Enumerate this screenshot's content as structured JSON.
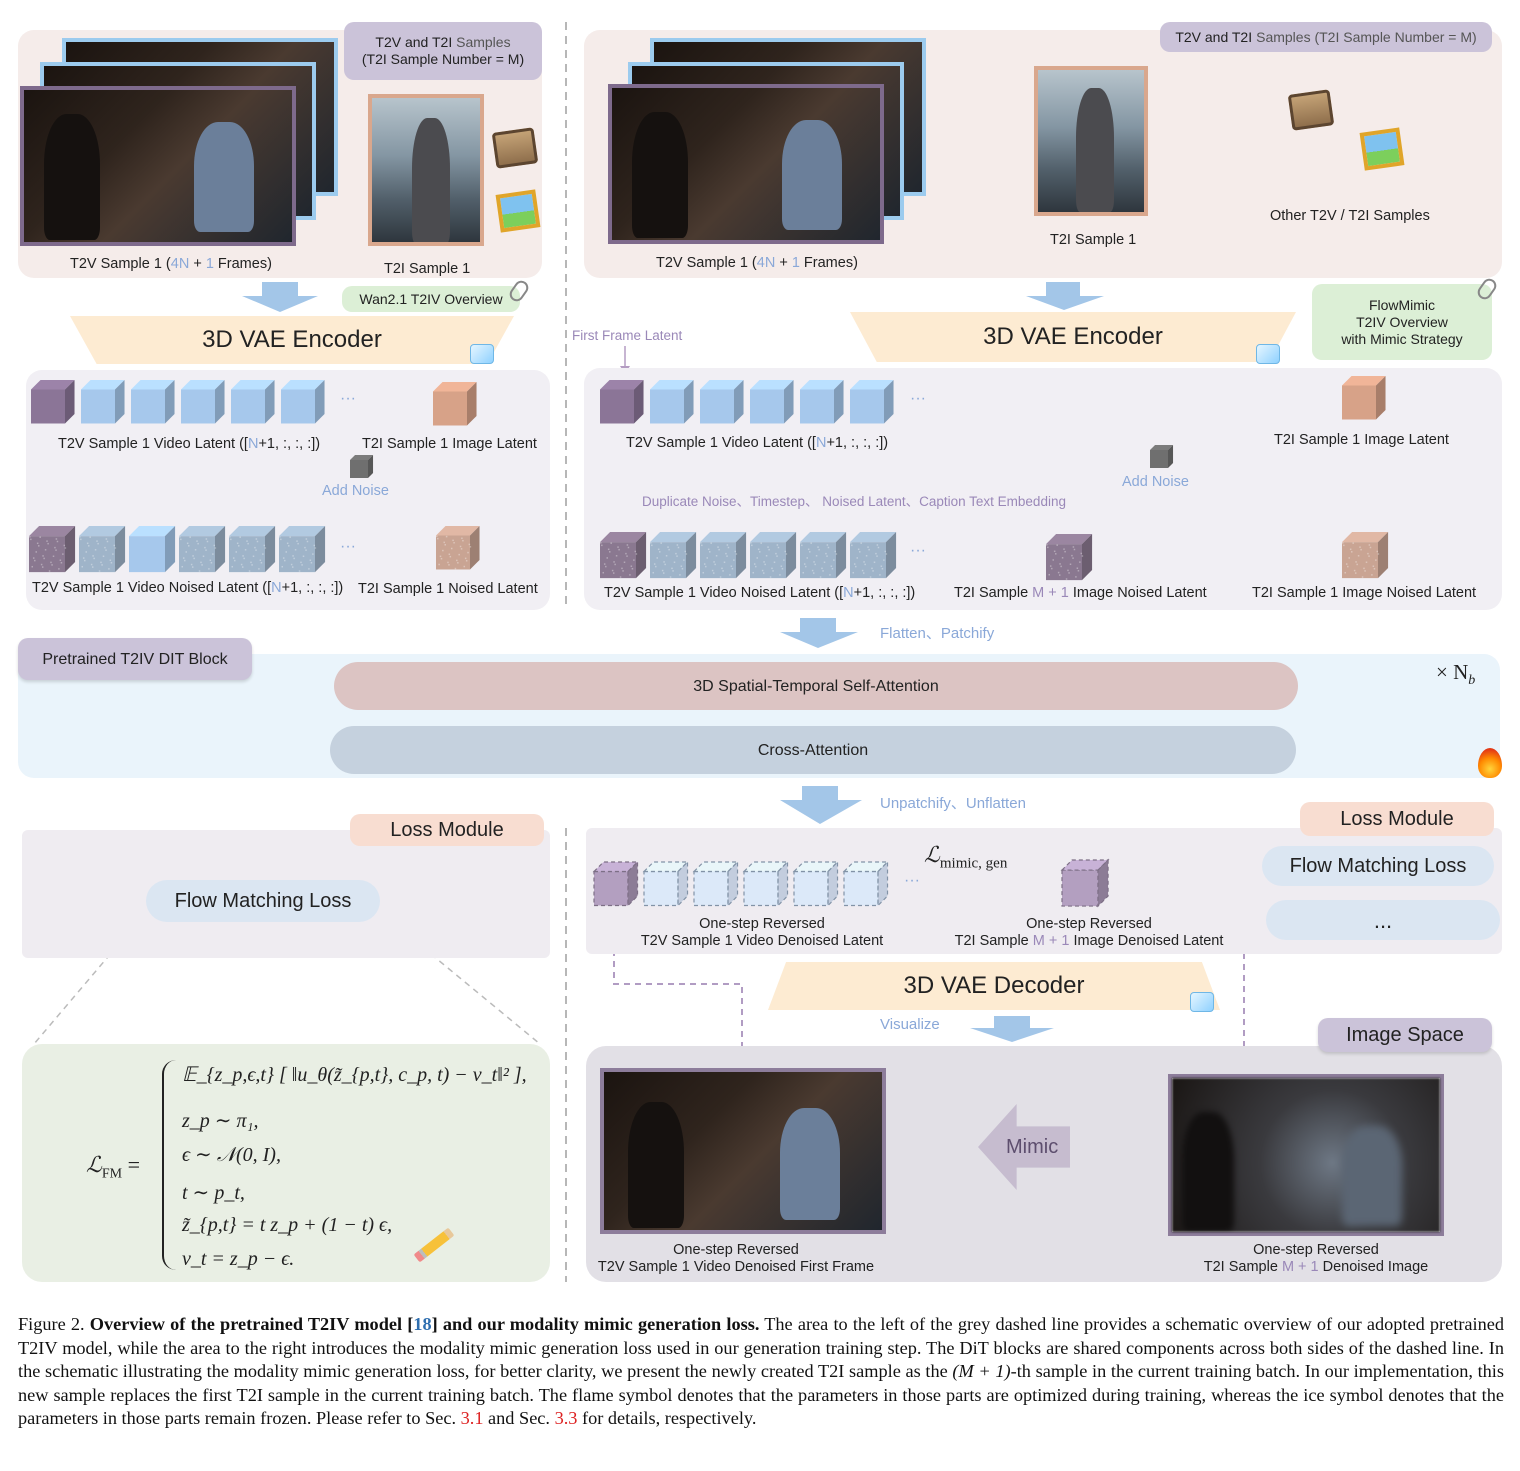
{
  "colors": {
    "top_panel": "#f5ecea",
    "latent_panel": "#f1eff4",
    "dit_panel": "#eaf4fb",
    "attn_self": "#dcc4c3",
    "attn_cross": "#c5d1de",
    "loss_panel": "#efecf1",
    "fm_panel": "#e9efe4",
    "image_space_panel": "#e2e0e6",
    "encoder": "#fdebd2",
    "purple_tag": "#cbc3d9",
    "green_tag": "#dcefd6",
    "loss_tag": "#f8ddd1",
    "video_frame_border": "#7e6a8c",
    "blue_frame_border": "#9ccbee",
    "image_frame_border": "#d9a78d",
    "blue_cube": "#a6c8ec",
    "purple_cube": "#8b7597",
    "orange_cube": "#d7a288",
    "arrow": "#a3c6e8"
  },
  "left": {
    "samples_tag": [
      "T2V and T2I",
      "Samples",
      "(T2I Sample Number = M)"
    ],
    "t2v_caption": {
      "pre": "T2V Sample 1 (",
      "n": "4N",
      "mid": " + ",
      "one": "1",
      "post": " Frames)"
    },
    "t2i_caption": "T2I Sample 1",
    "overview_tag": "Wan2.1 T2IV Overview",
    "encoder": "3D VAE Encoder",
    "ellipsis": "···",
    "video_latent": {
      "pre": "T2V Sample 1 Video Latent ([",
      "n": "N",
      "post": "+1, :, :, :])"
    },
    "image_latent": "T2I Sample 1 Image Latent",
    "add_noise": "Add Noise",
    "video_noised": {
      "pre": "T2V Sample 1 Video Noised Latent ([",
      "n": "N",
      "post": "+1, :, :, :])"
    },
    "image_noised": "T2I Sample 1 Noised Latent"
  },
  "right": {
    "samples_tag": {
      "pre": "T2V and T2I ",
      "post": "Samples (T2I Sample Number = M)"
    },
    "t2v_caption": {
      "pre": "T2V Sample 1 (",
      "n": "4N",
      "mid": " + ",
      "one": "1",
      "post": " Frames)"
    },
    "t2i_caption": "T2I Sample 1",
    "other_caption": "Other T2V / T2I Samples",
    "encoder": "3D VAE Encoder",
    "overview_tag": [
      "FlowMimic",
      "T2IV Overview",
      "with Mimic Strategy"
    ],
    "first_frame_latent": "First Frame Latent",
    "ellipsis": "···",
    "video_latent": {
      "pre": "T2V Sample 1 Video Latent ([",
      "n": "N",
      "post": "+1, :, :, :])"
    },
    "image_latent": "T2I Sample 1 Image Latent",
    "add_noise": "Add Noise",
    "duplicate": "Duplicate Noise、Timestep、 Noised Latent、Caption Text Embedding",
    "video_noised": {
      "pre": "T2V Sample 1 Video Noised Latent ([",
      "n": "N",
      "post": "+1, :, :, :])"
    },
    "m1_noised": {
      "pre": "T2I Sample ",
      "m": "M + 1",
      "post": " Image Noised Latent"
    },
    "image_noised": "T2I Sample 1 Image Noised Latent"
  },
  "dit": {
    "flatten": "Flatten、Patchify",
    "block_tag": "Pretrained T2IV DIT Block",
    "self_attn": "3D Spatial-Temporal Self-Attention",
    "cross_attn": "Cross-Attention",
    "repeat": "× N",
    "repeat_sub": "b",
    "unpatchify": "Unpatchify、Unflatten"
  },
  "bottom_left": {
    "loss_tag": "Loss Module",
    "fm_pill": "Flow Matching Loss",
    "equation": {
      "lhs": "ℒ",
      "lhs_sub": "FM",
      "lines": [
        "𝔼_{z_p,ϵ,t} [ ‖u_θ(z̃_{p,t}, c_p, t) − v_t‖² ],",
        "z_p ∼ π₁,",
        "ϵ ∼ 𝒩(0, I),",
        "t ∼ p_t,",
        "z̃_{p,t} = t z_p + (1 − t) ϵ,",
        "v_t = z_p − ϵ."
      ]
    }
  },
  "bottom_right": {
    "mimic_loss": "ℒ",
    "mimic_loss_sub": "mimic, gen",
    "ellipsis": "···",
    "reversed_video": [
      "One-step Reversed",
      "T2V Sample 1 Video Denoised Latent"
    ],
    "reversed_image": {
      "line1": "One-step Reversed",
      "pre": "T2I Sample ",
      "m": "M + 1",
      "post": " Image Denoised Latent"
    },
    "loss_tag": "Loss Module",
    "fm_pill": "Flow Matching Loss",
    "more_pill": "...",
    "decoder": "3D VAE Decoder",
    "visualize": "Visualize",
    "image_space_tag": "Image Space",
    "mimic": "Mimic",
    "first_frame_caption": [
      "One-step Reversed",
      "T2V Sample 1 Video Denoised First Frame"
    ],
    "denoised_image_caption": {
      "line1": "One-step Reversed",
      "pre": "T2I Sample ",
      "m": "M + 1",
      "post": " Denoised Image"
    }
  },
  "caption": {
    "fig": "Figure 2. ",
    "bold": "Overview of the pretrained T2IV model [",
    "ref18": "18",
    "bold2": "] and our modality mimic generation loss.",
    "body1": " The area to the left of the grey dashed line provides a schematic overview of our adopted pretrained T2IV model, while the area to the right introduces the modality mimic generation loss used in our generation training step. The DiT blocks are shared components across both sides of the dashed line. In the schematic illustrating the modality mimic generation loss, for better clarity, we present the newly created T2I sample as the ",
    "math": "(M + 1)",
    "body2": "-th sample in the current training batch. In our implementation, this new sample replaces the first T2I sample in the current training batch. The flame symbol denotes that the parameters in those parts are optimized during training, whereas the ice symbol denotes that the parameters in those parts remain frozen. Please refer to Sec. ",
    "sec31": "3.1",
    "and": " and Sec. ",
    "sec33": "3.3",
    "tail": " for details, respectively."
  }
}
